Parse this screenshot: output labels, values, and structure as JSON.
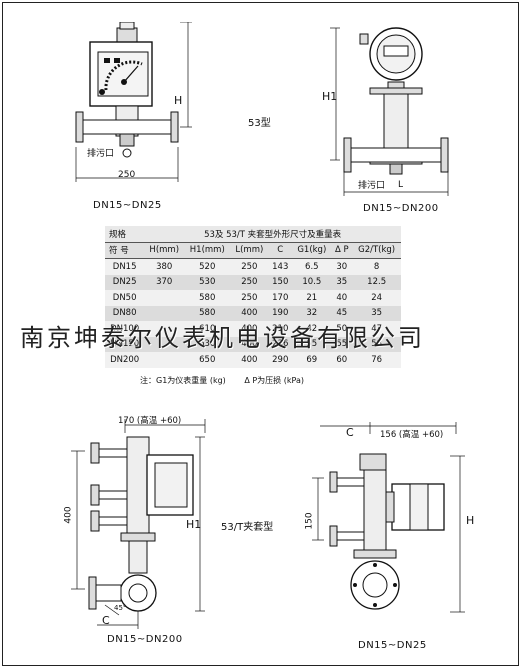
{
  "top_left": {
    "dim_h": "H",
    "dim_width": "250",
    "drain_label": "排污口",
    "caption": "DN15~DN25"
  },
  "top_middle": {
    "model_label": "53型"
  },
  "top_right": {
    "dim_h1": "H1",
    "dim_l": "L",
    "drain_label": "排污口",
    "caption": "DN15~DN200"
  },
  "spec_table": {
    "col_spec": "规格",
    "title": "53及 53/T 夹套型外形尺寸及重量表",
    "headers": [
      "符 号",
      "H(mm)",
      "H1(mm)",
      "L(mm)",
      "C",
      "G1(kg)",
      "Δ P",
      "G2/T(kg)"
    ],
    "rows": [
      [
        "DN15",
        "380",
        "520",
        "250",
        "143",
        "6.5",
        "30",
        "8"
      ],
      [
        "DN25",
        "370",
        "530",
        "250",
        "150",
        "10.5",
        "35",
        "12.5"
      ],
      [
        "DN50",
        "",
        "580",
        "250",
        "170",
        "21",
        "40",
        "24"
      ],
      [
        "DN80",
        "",
        "580",
        "400",
        "190",
        "32",
        "45",
        "35"
      ],
      [
        "DN100",
        "",
        "610",
        "400",
        "210",
        "42",
        "50",
        "47"
      ],
      [
        "DN150",
        "",
        "630",
        "400",
        "236",
        "55",
        "55",
        "58"
      ],
      [
        "DN200",
        "",
        "650",
        "400",
        "290",
        "69",
        "60",
        "76"
      ]
    ]
  },
  "watermark": "南京坤泰尔仪表机电设备有限公司",
  "note": {
    "left": "注：G1为仪表重量 (kg)",
    "right": "Δ P为压损 (kPa)"
  },
  "bottom_left": {
    "dim_top": "170 (高温 +60)",
    "dim_400": "400",
    "dim_h1": "H1",
    "dim_c": "C",
    "dim_45": "45°",
    "caption": "DN15~DN200"
  },
  "bottom_middle": {
    "model_label": "53/T夹套型"
  },
  "bottom_right": {
    "dim_c": "C",
    "dim_top": "156 (高温 +60)",
    "dim_150": "150",
    "dim_h": "H",
    "caption": "DN15~DN25"
  }
}
